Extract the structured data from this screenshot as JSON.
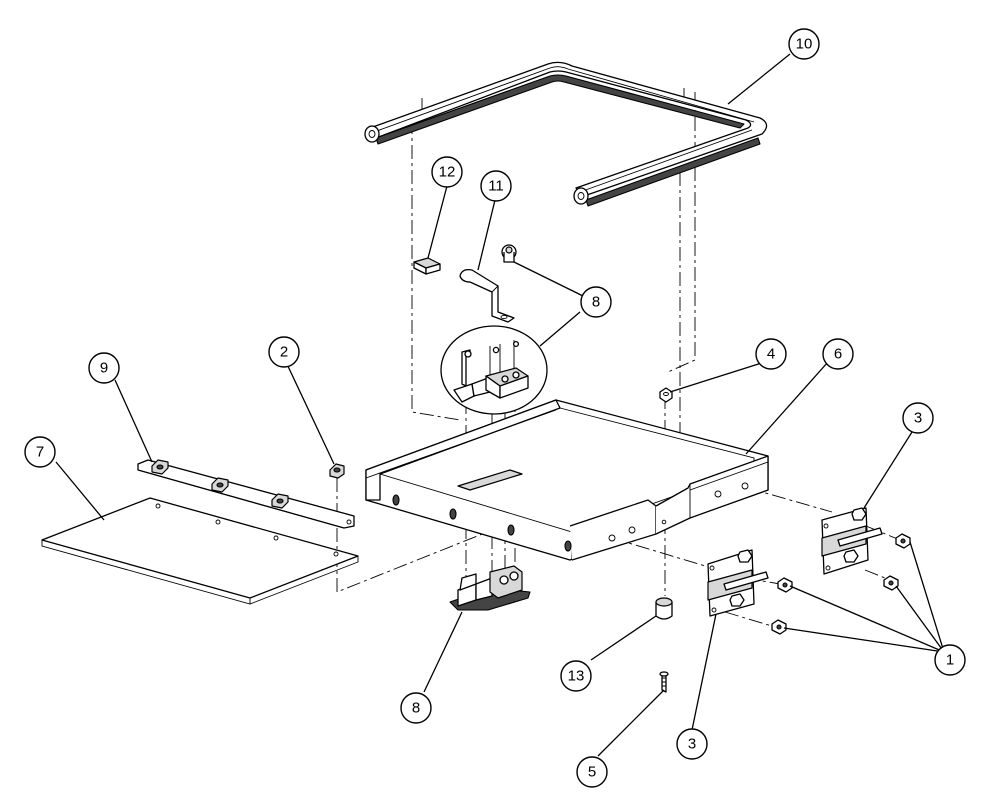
{
  "callouts": [
    {
      "id": "c1",
      "label": "1"
    },
    {
      "id": "c2",
      "label": "2"
    },
    {
      "id": "c3a",
      "label": "3"
    },
    {
      "id": "c3b",
      "label": "3"
    },
    {
      "id": "c4",
      "label": "4"
    },
    {
      "id": "c5",
      "label": "5"
    },
    {
      "id": "c6",
      "label": "6"
    },
    {
      "id": "c7",
      "label": "7"
    },
    {
      "id": "c8a",
      "label": "8"
    },
    {
      "id": "c8b",
      "label": "8"
    },
    {
      "id": "c9",
      "label": "9"
    },
    {
      "id": "c10",
      "label": "10"
    },
    {
      "id": "c11",
      "label": "11"
    },
    {
      "id": "c12",
      "label": "12"
    },
    {
      "id": "c13",
      "label": "13"
    }
  ],
  "colors": {
    "line": "#000000",
    "background": "#ffffff",
    "shade": "#d8d8d8"
  }
}
